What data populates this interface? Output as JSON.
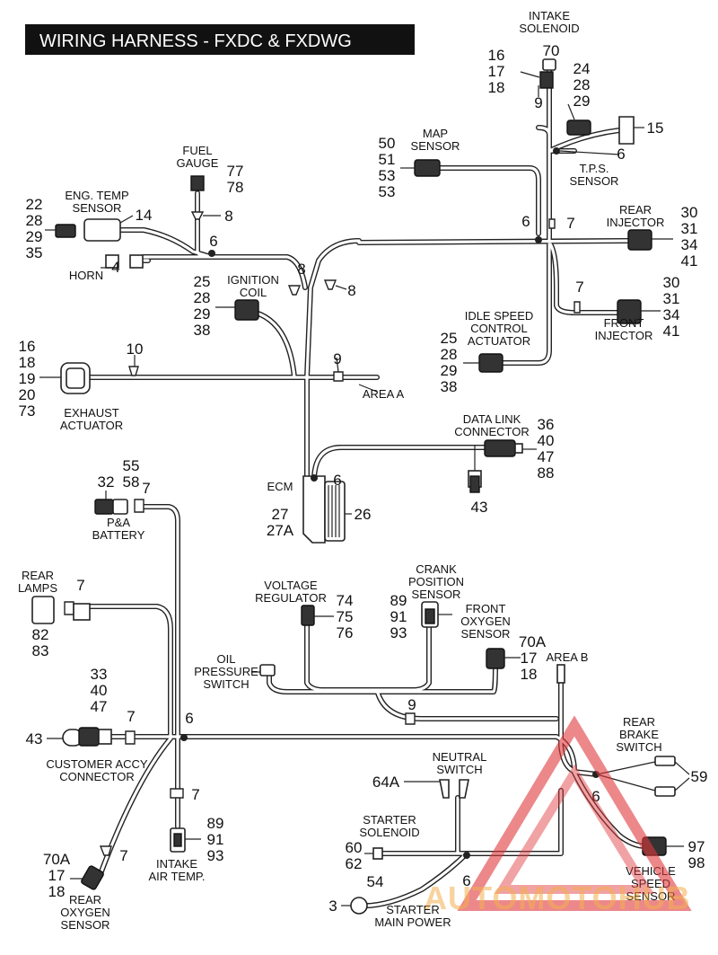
{
  "title": "WIRING HARNESS - FXDC & FXDWG",
  "components": {
    "intake_solenoid": {
      "label": [
        "INTAKE",
        "SOLENOID"
      ],
      "callouts": [
        "70",
        "16",
        "17",
        "18",
        "9"
      ]
    },
    "tps_sensor": {
      "label": [
        "T.P.S.",
        "SENSOR"
      ],
      "callouts": [
        "24",
        "28",
        "29",
        "15",
        "6"
      ]
    },
    "map_sensor": {
      "label": [
        "MAP",
        "SENSOR"
      ],
      "callouts": [
        "50",
        "51",
        "53",
        "53"
      ]
    },
    "rear_injector": {
      "label": [
        "REAR",
        "INJECTOR"
      ],
      "callouts": [
        "30",
        "31",
        "34",
        "41",
        "6",
        "7"
      ]
    },
    "front_injector": {
      "label": [
        "FRONT",
        "INJECTOR"
      ],
      "callouts": [
        "30",
        "31",
        "34",
        "41",
        "7"
      ]
    },
    "idle_speed_control": {
      "label": [
        "IDLE SPEED",
        "CONTROL",
        "ACTUATOR"
      ],
      "callouts": [
        "25",
        "28",
        "29",
        "38"
      ]
    },
    "fuel_gauge": {
      "label": [
        "FUEL",
        "GAUGE"
      ],
      "callouts": [
        "77",
        "78",
        "8"
      ]
    },
    "eng_temp_sensor": {
      "label": [
        "ENG. TEMP",
        "SENSOR"
      ],
      "callouts": [
        "22",
        "28",
        "29",
        "35",
        "14"
      ]
    },
    "horn": {
      "label": [
        "HORN"
      ],
      "callouts": [
        "4",
        "6"
      ]
    },
    "ignition_coil": {
      "label": [
        "IGNITION",
        "COIL"
      ],
      "callouts": [
        "25",
        "28",
        "29",
        "38",
        "8",
        "8"
      ]
    },
    "exhaust_actuator": {
      "label": [
        "EXHAUST",
        "ACTUATOR"
      ],
      "callouts": [
        "16",
        "18",
        "19",
        "20",
        "73",
        "10"
      ]
    },
    "area_a": {
      "label": [
        "AREA A"
      ],
      "callouts": [
        "9"
      ]
    },
    "data_link": {
      "label": [
        "DATA LINK",
        "CONNECTOR"
      ],
      "callouts": [
        "36",
        "40",
        "47",
        "88",
        "43"
      ]
    },
    "ecm": {
      "label": [
        "ECM"
      ],
      "callouts": [
        "6",
        "27",
        "27A",
        "26"
      ]
    },
    "pa_battery": {
      "label": [
        "P&A",
        "BATTERY"
      ],
      "callouts": [
        "32",
        "55",
        "58",
        "7"
      ]
    },
    "rear_lamps": {
      "label": [
        "REAR",
        "LAMPS"
      ],
      "callouts": [
        "7",
        "82",
        "83"
      ]
    },
    "voltage_regulator": {
      "label": [
        "VOLTAGE",
        "REGULATOR"
      ],
      "callouts": [
        "74",
        "75",
        "76"
      ]
    },
    "crank_position": {
      "label": [
        "CRANK",
        "POSITION",
        "SENSOR"
      ],
      "callouts": [
        "89",
        "91",
        "93"
      ]
    },
    "front_oxygen": {
      "label": [
        "FRONT",
        "OXYGEN",
        "SENSOR"
      ],
      "callouts": [
        "70A",
        "17",
        "18"
      ]
    },
    "area_b": {
      "label": [
        "AREA B"
      ],
      "callouts": []
    },
    "oil_pressure": {
      "label": [
        "OIL",
        "PRESSURE",
        "SWITCH"
      ],
      "callouts": [
        "9"
      ]
    },
    "customer_accy": {
      "label": [
        "CUSTOMER ACCY",
        "CONNECTOR"
      ],
      "callouts": [
        "33",
        "40",
        "47",
        "43",
        "7",
        "6"
      ]
    },
    "rear_brake": {
      "label": [
        "REAR",
        "BRAKE",
        "SWITCH"
      ],
      "callouts": [
        "59",
        "6"
      ]
    },
    "intake_air_temp": {
      "label": [
        "INTAKE",
        "AIR TEMP."
      ],
      "callouts": [
        "89",
        "91",
        "93",
        "7"
      ]
    },
    "neutral_switch": {
      "label": [
        "NEUTRAL",
        "SWITCH"
      ],
      "callouts": [
        "64A"
      ]
    },
    "starter_solenoid": {
      "label": [
        "STARTER",
        "SOLENOID"
      ],
      "callouts": [
        "60",
        "62",
        "6"
      ]
    },
    "rear_oxygen": {
      "label": [
        "REAR",
        "OXYGEN",
        "SENSOR"
      ],
      "callouts": [
        "70A",
        "17",
        "18",
        "7"
      ]
    },
    "starter_main_power": {
      "label": [
        "STARTER",
        "MAIN POWER"
      ],
      "callouts": [
        "54",
        "3"
      ]
    },
    "vehicle_speed": {
      "label": [
        "VEHICLE",
        "SPEED",
        "SENSOR"
      ],
      "callouts": [
        "97",
        "98"
      ]
    }
  },
  "watermark": {
    "text": "AUTOMOTOHUB",
    "color": "#e0393c",
    "accent": "#f0a030"
  }
}
